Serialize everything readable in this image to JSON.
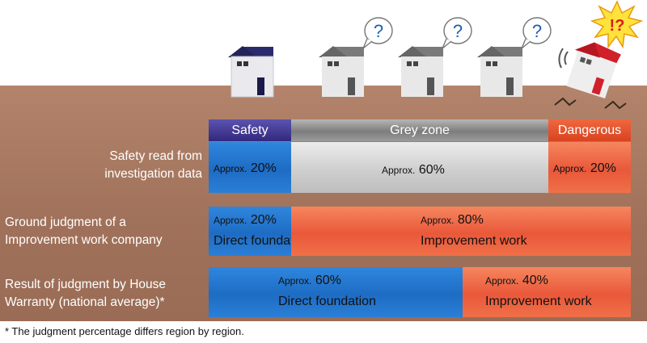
{
  "header": {
    "safety": "Safety",
    "grey_zone": "Grey zone",
    "dangerous": "Dangerous"
  },
  "rows": [
    {
      "label_line1": "Safety read from",
      "label_line2": "investigation data",
      "segments": [
        {
          "approx": "Approx.",
          "pct": "20%",
          "value": 20,
          "color": "blue"
        },
        {
          "approx": "Approx.",
          "pct": "60%",
          "value": 60,
          "color": "grey"
        },
        {
          "approx": "Approx.",
          "pct": "20%",
          "value": 20,
          "color": "orange"
        }
      ]
    },
    {
      "label_line1": "Ground judgment of a",
      "label_line2": "Improvement work company",
      "segments": [
        {
          "approx": "Approx.",
          "pct": "20%",
          "sub": "Direct foundation",
          "value": 20,
          "color": "blue"
        },
        {
          "approx": "Approx.",
          "pct": "80%",
          "sub": "Improvement work",
          "value": 80,
          "color": "orange"
        }
      ]
    },
    {
      "label_line1": "Result of judgment by House",
      "label_line2": "Warranty (national average)*",
      "segments": [
        {
          "approx": "Approx.",
          "pct": "60%",
          "sub": "Direct foundation",
          "value": 60,
          "color": "blue"
        },
        {
          "approx": "Approx.",
          "pct": "40%",
          "sub": "Improvement work",
          "value": 40,
          "color": "orange"
        }
      ]
    }
  ],
  "question_mark": "?",
  "alert_mark": "!?",
  "footnote": "* The judgment percentage differs region by region.",
  "colors": {
    "ground": "#a0715a",
    "safety": "#33287e",
    "grey": "#9a9a9a",
    "danger": "#e9583a",
    "blue": "#1e6cc4",
    "orange": "#e9583a"
  }
}
